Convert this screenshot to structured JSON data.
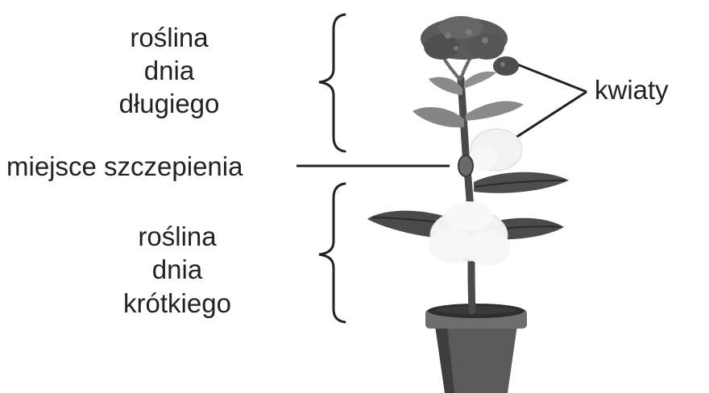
{
  "diagram": {
    "long_day_plant": {
      "line1": "roślina",
      "line2": "dnia",
      "line3": "długiego"
    },
    "graft_site": "miejsce szczepienia",
    "short_day_plant": {
      "line1": "roślina",
      "line2": "dnia",
      "line3": "krótkiego"
    },
    "flowers": "kwiaty"
  },
  "colors": {
    "text": "#222222",
    "dark_leaf": "#4a4a4a",
    "mid_leaf": "#7a7a7a",
    "flower_white": "#f4f4f4",
    "pot": "#5a5a5a"
  }
}
